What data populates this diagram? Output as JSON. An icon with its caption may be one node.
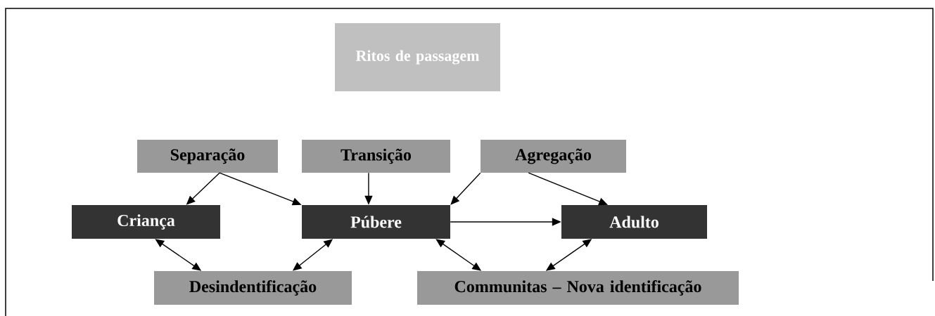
{
  "diagram": {
    "nodes": [
      {
        "text": [
          "Ritos de passagem"
        ]
      },
      {
        "text": [
          "Separação"
        ]
      },
      {
        "text": [
          "Transição"
        ]
      },
      {
        "text": [
          "Agregação"
        ]
      },
      {
        "text": [
          "Criança"
        ]
      },
      {
        "text": [
          "Púbere"
        ]
      },
      {
        "text": [
          "Adulto"
        ]
      },
      {
        "text": [
          "Desindentificação"
        ]
      },
      {
        "text": [
          "Communitas – Nova identificação"
        ]
      }
    ],
    "edges": [
      {
        "from": 1,
        "to": 4,
        "arrow": "to"
      },
      {
        "from": 1,
        "to": 5,
        "arrow": "to"
      },
      {
        "from": 2,
        "to": 5,
        "arrow": "to"
      },
      {
        "from": 3,
        "to": 5,
        "arrow": "to"
      },
      {
        "from": 3,
        "to": 6,
        "arrow": "to"
      },
      {
        "from": 5,
        "to": 6,
        "arrow": "to"
      },
      {
        "from": 4,
        "to": 7,
        "arrow": "both"
      },
      {
        "from": 7,
        "to": 5,
        "arrow": "both"
      },
      {
        "from": 5,
        "to": 8,
        "arrow": "both"
      },
      {
        "from": 8,
        "to": 6,
        "arrow": "both"
      }
    ]
  }
}
